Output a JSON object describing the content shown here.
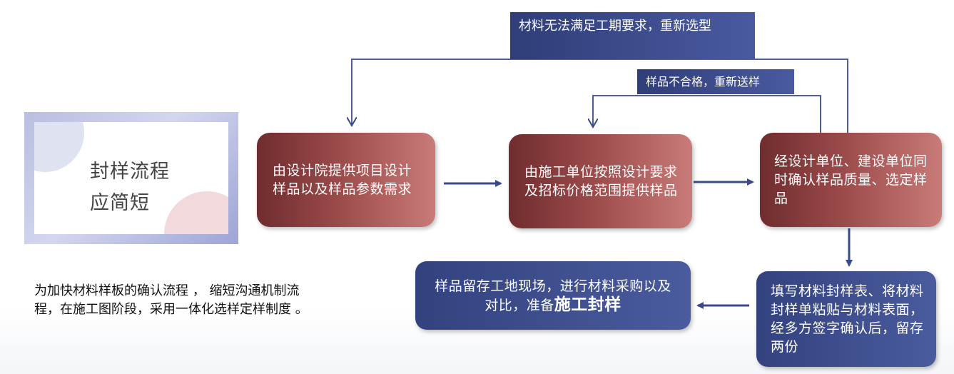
{
  "title_card": {
    "line1": "封样流程",
    "line2": "应简短"
  },
  "description": "为加快材料样板的确认流程 ， 缩短沟通机制流程，在施工图阶段，采用一体化选样定样制度 。",
  "steps": {
    "step1": "由设计院提供项目设计样品以及样品参数需求",
    "step2": "由施工单位按照设计要求及招标价格范围提供样品",
    "step3": "经设计单位、建设单位同时确认样品质量、选定样品",
    "step4": "填写材料封样表、将材料封样单粘贴与材料表面，经多方签字确认后，留存两份",
    "step5_prefix": "样品留存工地现场，进行材料采购以及对比，准备",
    "step5_emphasis": "施工封样"
  },
  "feedback": {
    "reselect": "材料无法满足工期要求，重新选型",
    "resend": "样品不合格，重新送样"
  },
  "colors": {
    "step_red_dark": "#6f2c2e",
    "step_red_light": "#c87b78",
    "step_blue": "#3d4c8e",
    "arrow": "#3a4a8a"
  }
}
